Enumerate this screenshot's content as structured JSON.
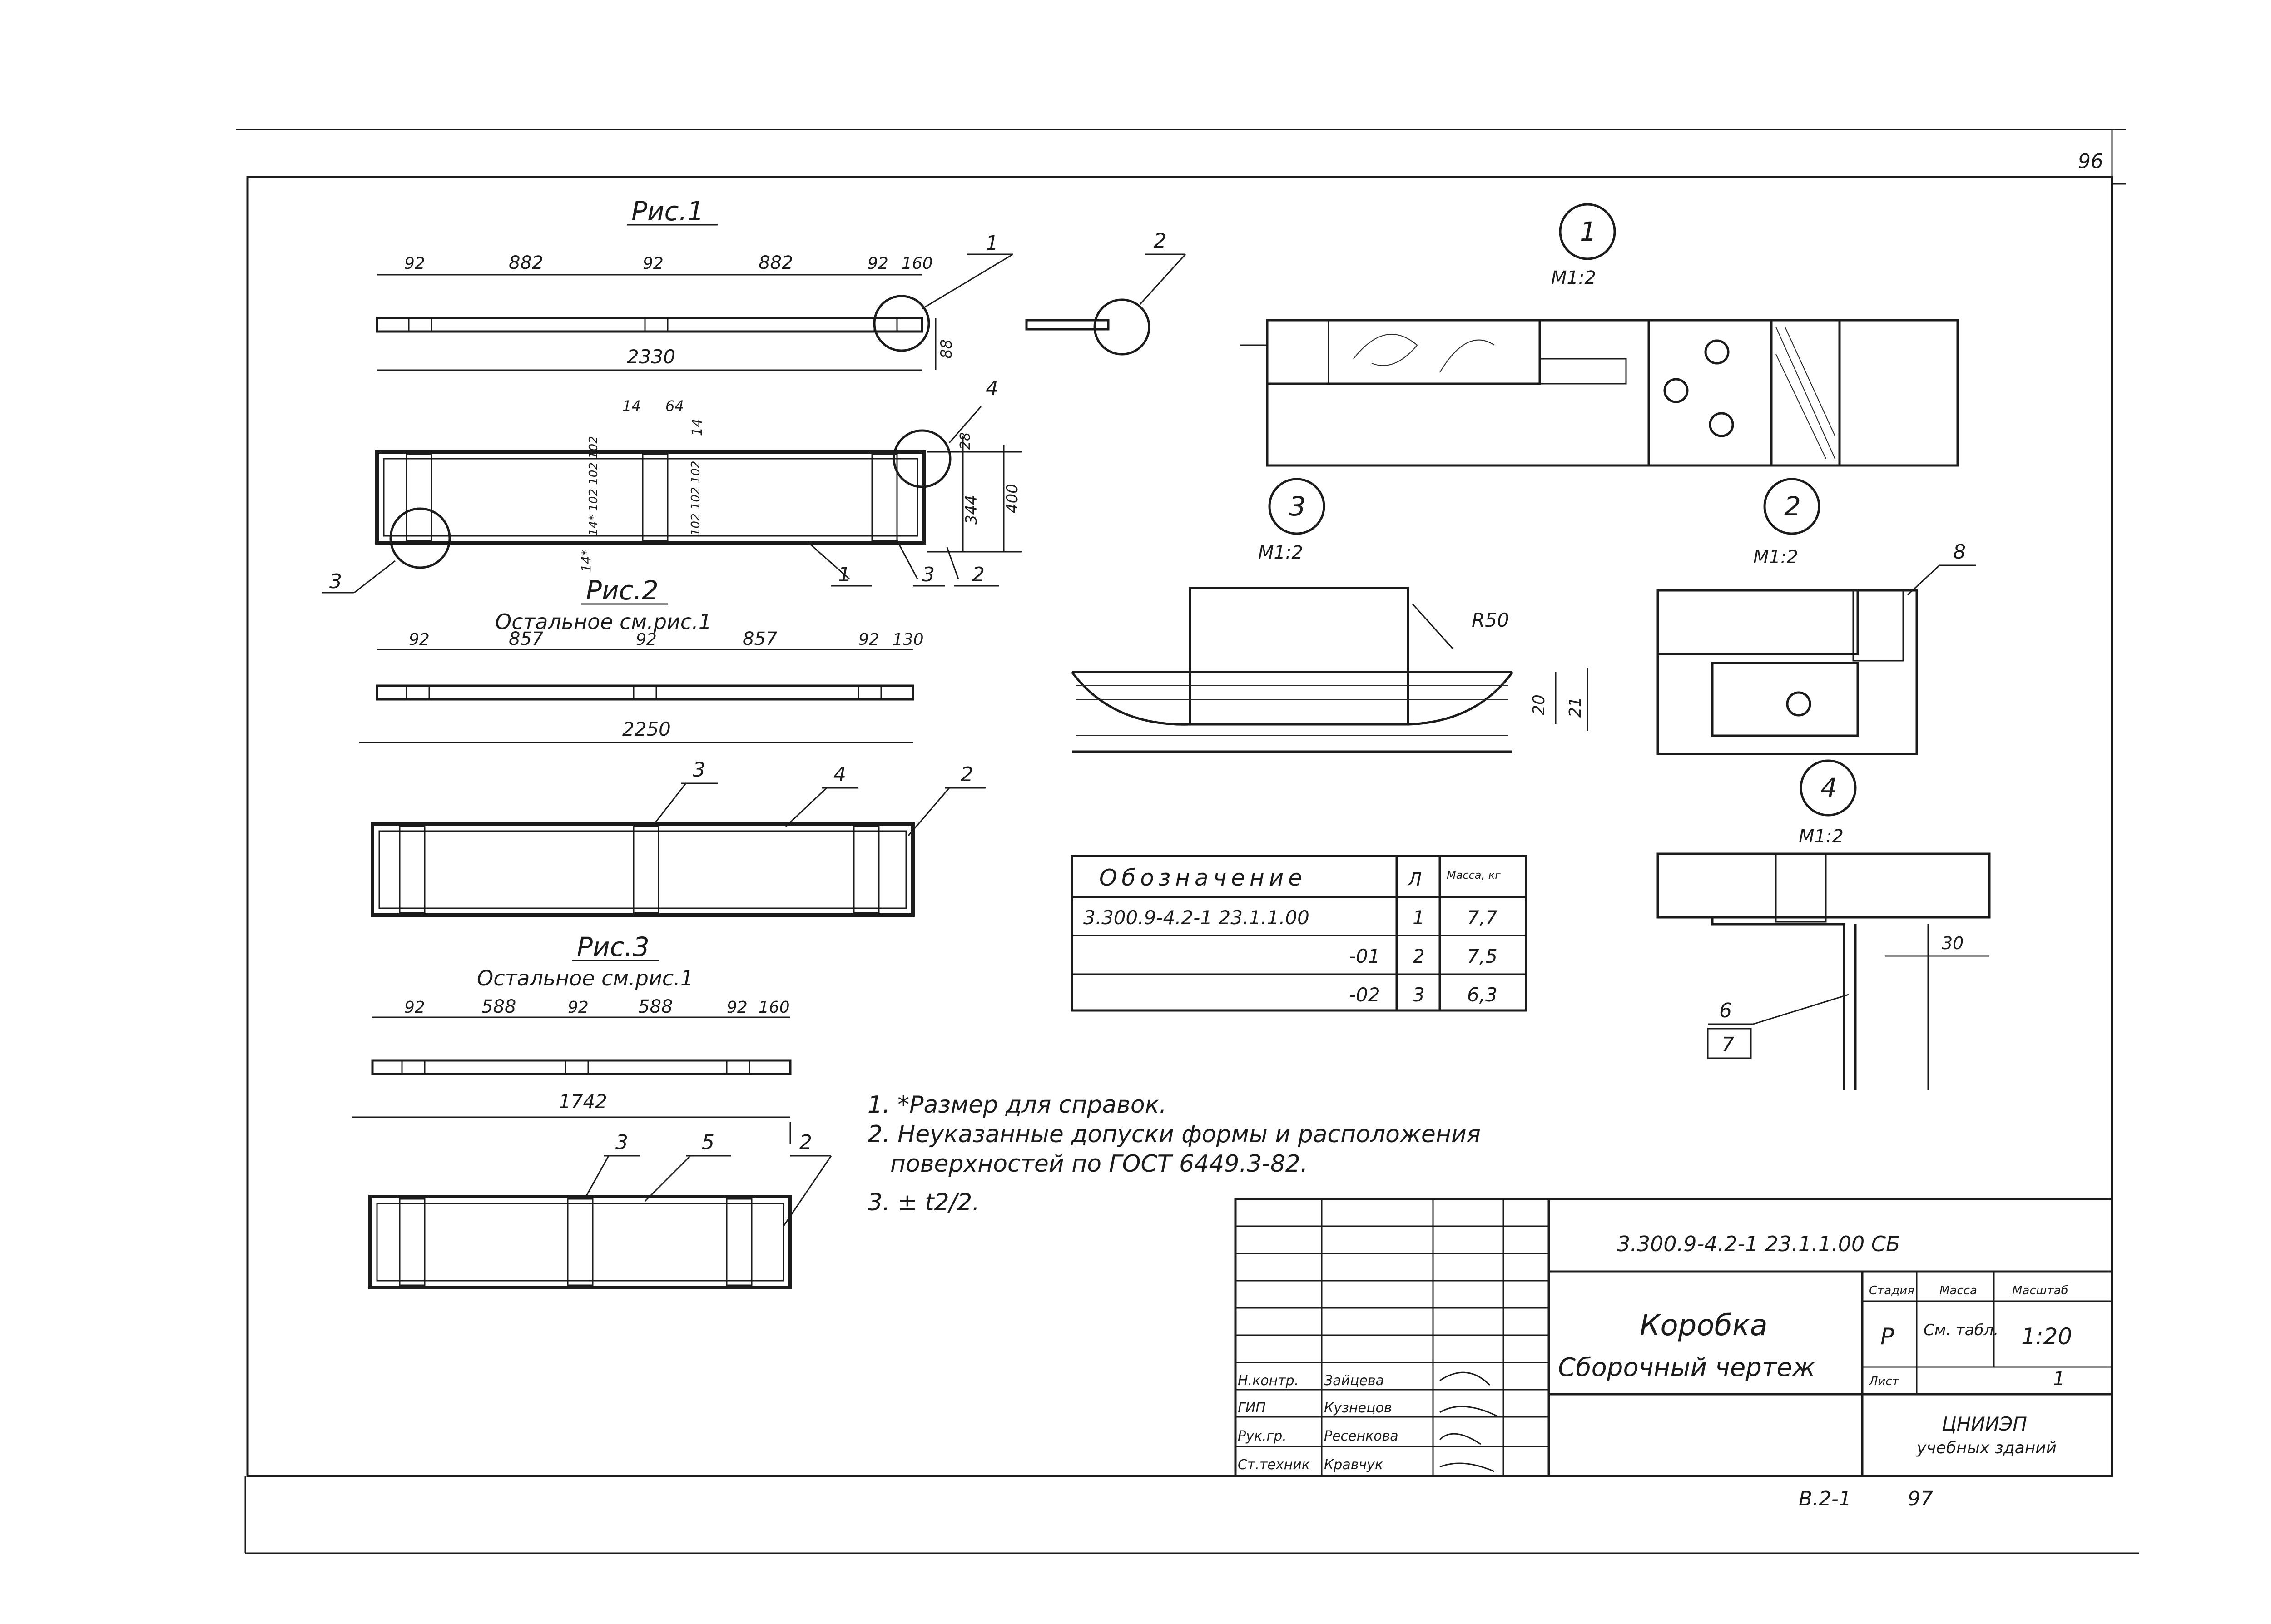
{
  "sheet": {
    "page_number": "96",
    "sheet_code": "В.2-1",
    "sheet_num": "97",
    "designation_code": "3.300.9-4.2-1 23.1.1.00 СБ"
  },
  "figures": {
    "fig1": {
      "title": "Рис.1",
      "dims_top": [
        "92",
        "882",
        "92",
        "882",
        "92",
        "160"
      ],
      "overall": "2330",
      "height_88": "88",
      "plan_dims": {
        "d14": "14",
        "d64": "64",
        "d14b": "14",
        "d28": "28",
        "d344": "344",
        "d400": "400",
        "left_col": "14* 102 102 102",
        "left_col2": "14*",
        "mid_col": "102 102 102"
      },
      "callouts": [
        "1",
        "4",
        "1",
        "3",
        "2",
        "3"
      ]
    },
    "fig2": {
      "title": "Рис.2",
      "subtitle": "Остальное см.рис.1",
      "dims_top": [
        "92",
        "857",
        "92",
        "857",
        "92",
        "130"
      ],
      "overall": "2250",
      "callouts": [
        "3",
        "4",
        "2"
      ]
    },
    "fig3": {
      "title": "Рис.3",
      "subtitle": "Остальное см.рис.1",
      "dims_top": [
        "92",
        "588",
        "92",
        "588",
        "92",
        "160"
      ],
      "overall": "1742",
      "callouts": [
        "3",
        "5",
        "2"
      ]
    }
  },
  "details": {
    "callout_2_top": "2",
    "d1": {
      "num": "1",
      "scale": "М1:2"
    },
    "d2": {
      "num": "2",
      "scale": "М1:2",
      "callout": "8"
    },
    "d3": {
      "num": "3",
      "scale": "М1:2",
      "radius": "R50",
      "dim20": "20",
      "dim21": "21"
    },
    "d4": {
      "num": "4",
      "scale": "М1:2",
      "dim30": "30",
      "callout_a": "6",
      "callout_b": "7"
    }
  },
  "table": {
    "headers": [
      "Обозначение",
      "Л",
      "Масса, кг"
    ],
    "rows": [
      [
        "3.300.9-4.2-1 23.1.1.00",
        "1",
        "7,7"
      ],
      [
        "-01",
        "2",
        "7,5"
      ],
      [
        "-02",
        "3",
        "6,3"
      ]
    ]
  },
  "notes": [
    "1. *Размер для справок.",
    "2. Неуказанные допуски формы и расположения",
    "поверхностей по ГОСТ 6449.3-82.",
    "3. ± t2/2."
  ],
  "title_block": {
    "name_line1": "Коробка",
    "name_line2": "Сборочный чертеж",
    "stage_label": "Стадия",
    "mass_label": "Масса",
    "scale_label": "Масштаб",
    "stage": "Р",
    "mass": "См. табл.",
    "scale": "1:20",
    "sheet_label": "Лист",
    "sheet_val": "1",
    "org_line1": "ЦНИИЭП",
    "org_line2": "учебных зданий",
    "people": [
      {
        "role": "Н.контр.",
        "name": "Зайцева"
      },
      {
        "role": "ГИП",
        "name": "Кузнецов"
      },
      {
        "role": "Рук.гр.",
        "name": "Ресенкова"
      },
      {
        "role": "Ст.техник",
        "name": "Кравчук"
      }
    ]
  }
}
